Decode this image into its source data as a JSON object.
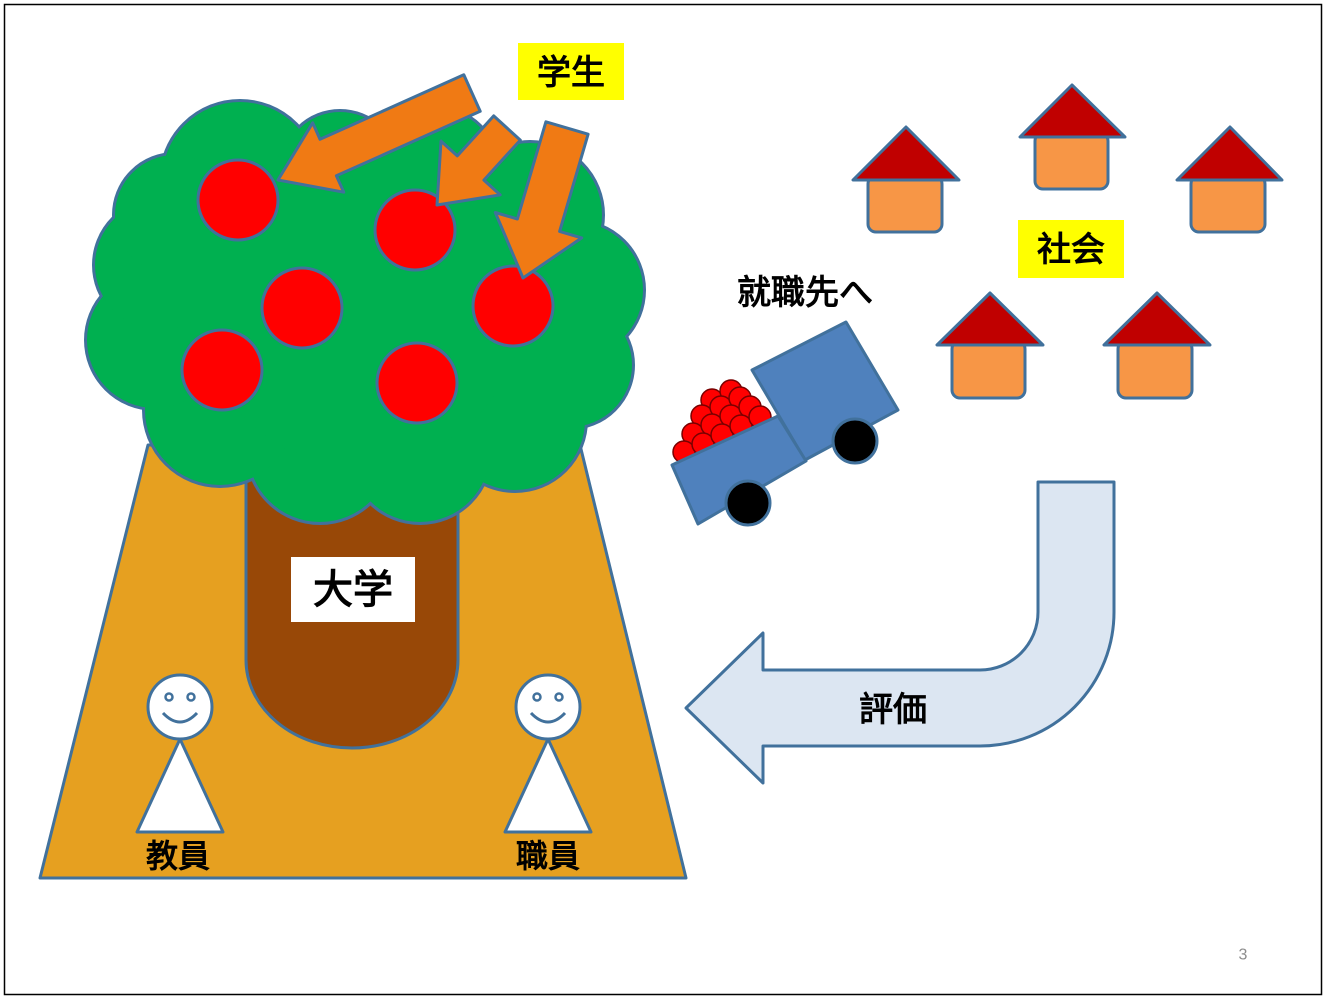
{
  "labels": {
    "students": "学生",
    "society": "社会",
    "to_employment": "就職先へ",
    "university": "大学",
    "evaluation": "評価",
    "faculty": "教員",
    "staff": "職員"
  },
  "slide": {
    "page_number": "3"
  },
  "colors": {
    "highlight_yellow": "#FFFF00",
    "ground": "#E6A020",
    "trunk": "#984807",
    "canopy": "#00B050",
    "apple": "#FF0000",
    "arrow_orange": "#F07A14",
    "roof": "#C00000",
    "house_wall": "#F79646",
    "truck": "#4F81BD",
    "evaluation_arrow": "#DCE6F2",
    "outline": "#41719C"
  }
}
